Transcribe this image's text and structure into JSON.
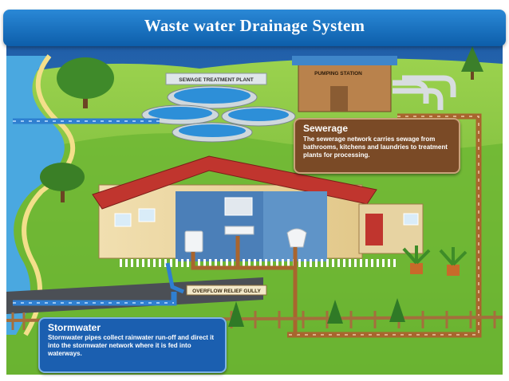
{
  "title": "Waste water  Drainage  System",
  "labels": {
    "treatment_plant": "SEWAGE TREATMENT PLANT",
    "pumping_station": "PUMPING STATION",
    "overflow_gully": "OVERFLOW RELIEF GULLY"
  },
  "sewerage": {
    "title": "Sewerage",
    "text": "The sewerage network carries sewage from bathrooms, kitchens and laundries to treatment plants for processing."
  },
  "stormwater": {
    "title": "Stormwater",
    "text": "Stormwater pipes collect rainwater run-off and direct it into the stormwater network where it is fed into waterways."
  },
  "colors": {
    "sky": "#2e6fb5",
    "grass": "#7cc23a",
    "water": "#4aa8e0",
    "sewer_pipe": "#a8652e",
    "storm_pipe": "#2f7fd0",
    "roof": "#c0352e"
  }
}
